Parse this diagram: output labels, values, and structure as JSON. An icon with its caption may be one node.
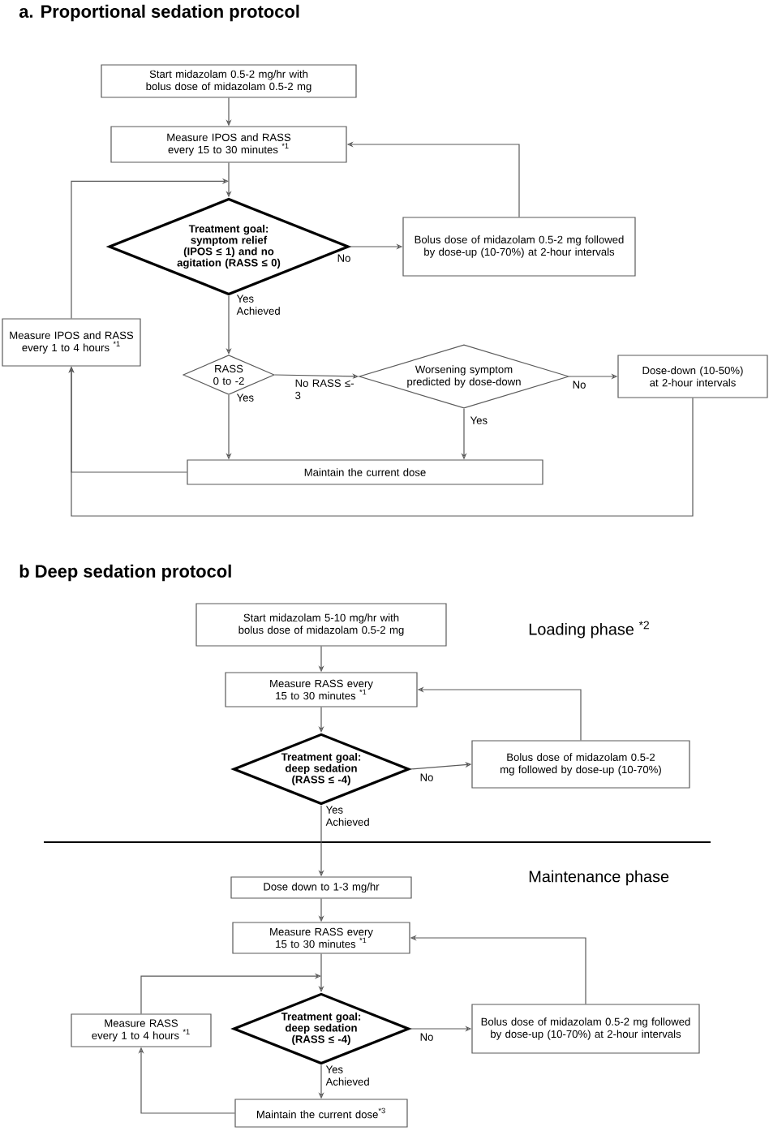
{
  "diagram": {
    "title": "a. Proportional sedation protocol",
    "nodes": [
      {
        "text": [
          "Start midazolam 0.5-2 mg/hr with bolus dose of midazolam 0.5-2 mg"
        ]
      },
      {
        "text": [
          "Measure IPOS and RASS every 15 to 30 minutes $^{*1}$"
        ]
      },
      {
        "text": [
          "Treatment goal: symptom relief (IPOS ≤ 1) and no agitation (RASS ≤ 0)"
        ]
      },
      {
        "text": [
          "Bolus dose of midazolam 0.5-2 mg followed by dose-up (10-70%) at 2-hour intervals"
        ]
      },
      {
        "text": [
          "Measure IPOS and RASS every 1 to 4 hours $^{*1}$"
        ]
      },
      {
        "text": [
          "RASS 0 to -2"
        ]
      },
      {
        "text": [
          "Worsening symptom predicted by dose-down"
        ]
      },
      {
        "text": [
          "Dose-down (10-50%) at 2-hour intervals"
        ]
      },
      {
        "text": [
          "Maintain the current dose"
        ]
      },
      {
        "text": [
          "Start midazolam 5-10 mg/hr with bolus dose of midazolam 0.5-2 mg"
        ]
      },
      {
        "text": [
          "Measure RASS every 15 to 30 minutes $^{*1}$"
        ]
      },
      {
        "text": [
          "Treatment goal: deep sedation (RASS ≤ -4)"
        ]
      },
      {
        "text": [
          "Bolus dose of midazolam 0.5-2 mg followed by dose-up (10-70%)"
        ]
      },
      {
        "text": [
          "Dose down to 1-3 mg/hr"
        ]
      },
      {
        "text": [
          "Measure RASS every 15 to 30 minutes $^{*1}$"
        ]
      },
      {
        "text": [
          "Treatment goal: deep sedation (RASS ≤ -4)"
        ]
      },
      {
        "text": [
          "Measure RASS every 1 to 4 hours $^{*1}$"
        ]
      },
      {
        "text": [
          "Bolus dose of midazolam 0.5-2 mg followed by dose-up (10-70%) at 2-hour intervals"
        ]
      },
      {
        "text": [
          "Maintain the current dose$^{*3}$"
        ]
      }
    ],
    "edges": [
      {
        "from": 0,
        "to": 1,
        "arrow": "to"
      },
      {
        "from": 1,
        "to": 2,
        "arrow": "to"
      },
      {
        "from": 2,
        "to": 3,
        "arrow": "to",
        "label": "No"
      },
      {
        "from": 3,
        "to": 1,
        "arrow": "to"
      },
      {
        "from": 2,
        "to": 5,
        "arrow": "to",
        "label": "Yes Achieved"
      },
      {
        "from": 5,
        "to": 6,
        "arrow": "to",
        "label": "No RASS ≤-3"
      },
      {
        "from": 6,
        "to": 7,
        "arrow": "to",
        "label": "No"
      },
      {
        "from": 5,
        "to": 8,
        "arrow": "to",
        "label": "Yes"
      },
      {
        "from": 6,
        "to": 8,
        "arrow": "to",
        "label": "Yes"
      },
      {
        "from": 8,
        "to": 4,
        "arrow": "to"
      },
      {
        "from": 7,
        "to": 4,
        "arrow": "to"
      },
      {
        "from": 4,
        "to": 2,
        "arrow": "to"
      },
      {
        "from": 9,
        "to": 10,
        "arrow": "to"
      },
      {
        "from": 10,
        "to": 11,
        "arrow": "to"
      },
      {
        "from": 11,
        "to": 12,
        "arrow": "to",
        "label": "No"
      },
      {
        "from": 12,
        "to": 10,
        "arrow": "to"
      },
      {
        "from": 11,
        "to": 13,
        "arrow": "to",
        "label": "Yes Achieved"
      },
      {
        "from": 13,
        "to": 14,
        "arrow": "to"
      },
      {
        "from": 14,
        "to": 15,
        "arrow": "to"
      },
      {
        "from": 15,
        "to": 17,
        "arrow": "to",
        "label": "No"
      },
      {
        "from": 17,
        "to": 14,
        "arrow": "to"
      },
      {
        "from": 15,
        "to": 18,
        "arrow": "to",
        "label": "Yes Achieved"
      },
      {
        "from": 18,
        "to": 16,
        "arrow": "to"
      },
      {
        "from": 16,
        "to": 15,
        "arrow": "to"
      }
    ],
    "labels": [
      "b Deep sedation protocol",
      "Loading phase $^{*2}$",
      "Maintenance phase"
    ]
  }
}
